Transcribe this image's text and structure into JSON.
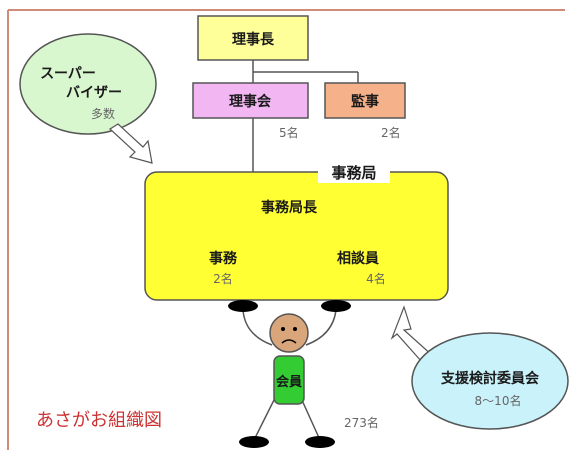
{
  "diagram": {
    "chairman": {
      "label": "理事長"
    },
    "board": {
      "label": "理事会",
      "count": "5名"
    },
    "auditor": {
      "label": "監事",
      "count": "2名"
    },
    "supervisor": {
      "line1": "スーパー",
      "line2": "バイザー",
      "count": "多数"
    },
    "office": {
      "title": "事務局",
      "director": "事務局長",
      "clerk": {
        "label": "事務",
        "count": "2名"
      },
      "counselor": {
        "label": "相談員",
        "count": "4名"
      }
    },
    "member": {
      "label": "会員",
      "count": "273名"
    },
    "committee": {
      "label": "支援検討委員会",
      "count": "8～10名"
    },
    "caption": "あさがお組織図",
    "colors": {
      "chairman": "#ffff99",
      "board": "#f2b6f2",
      "auditor": "#f5b28a",
      "office": "#ffff33",
      "supervisor": "#d9f7cf",
      "committee": "#c9f2fb",
      "member_body": "#33cc33",
      "member_head": "#d9a57a",
      "caption": "#cc3333",
      "frame": "#d08a7a"
    }
  }
}
